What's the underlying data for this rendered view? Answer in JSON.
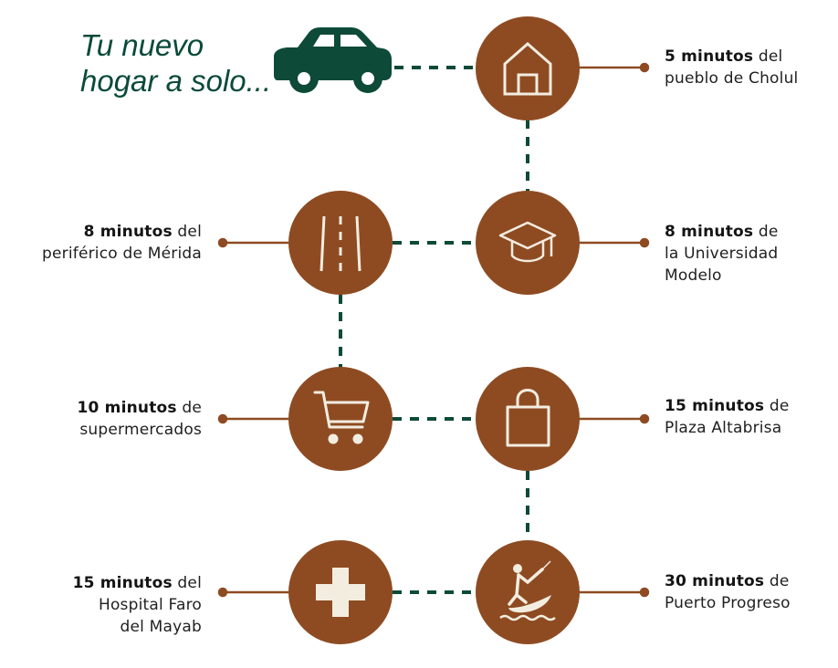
{
  "headline": {
    "line1": "Tu nuevo",
    "line2": "hogar a solo..."
  },
  "colors": {
    "circle": "#8e4b22",
    "connector_green": "#0d4a38",
    "icon": "#f3ede0",
    "car": "#0d4a38"
  },
  "destinations": [
    {
      "icon": "house-icon",
      "time": "5 minutos",
      "text_line1_rest": " del",
      "text_rest": [
        "pueblo de Cholul"
      ]
    },
    {
      "icon": "graduation-cap-icon",
      "time": "8 minutos",
      "text_line1_rest": " de",
      "text_rest": [
        "la Universidad",
        "Modelo"
      ]
    },
    {
      "icon": "road-icon",
      "time": "8 minutos",
      "text_line1_rest": " del",
      "text_rest": [
        "periférico de Mérida"
      ]
    },
    {
      "icon": "shopping-cart-icon",
      "time": "10 minutos",
      "text_line1_rest": " de",
      "text_rest": [
        "supermercados"
      ]
    },
    {
      "icon": "shopping-bag-icon",
      "time": "15 minutos",
      "text_line1_rest": " de",
      "text_rest": [
        "Plaza Altabrisa"
      ]
    },
    {
      "icon": "medical-cross-icon",
      "time": "15 minutos",
      "text_line1_rest": " del",
      "text_rest": [
        "Hospital Faro",
        "del Mayab"
      ]
    },
    {
      "icon": "kitesurf-icon",
      "time": "30 minutos",
      "text_line1_rest": " de",
      "text_rest": [
        "Puerto Progreso"
      ]
    }
  ]
}
